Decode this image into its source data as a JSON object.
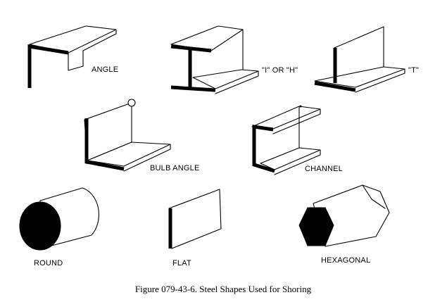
{
  "figure": {
    "shapes": [
      {
        "id": "angle",
        "label": "ANGLE"
      },
      {
        "id": "i-or-h",
        "label": "\"I\" OR \"H\""
      },
      {
        "id": "t",
        "label": "\"T\""
      },
      {
        "id": "bulb-angle",
        "label": "BULB ANGLE"
      },
      {
        "id": "channel",
        "label": "CHANNEL"
      },
      {
        "id": "round",
        "label": "ROUND"
      },
      {
        "id": "flat",
        "label": "FLAT"
      },
      {
        "id": "hexagonal",
        "label": "HEXAGONAL"
      }
    ],
    "caption": "Figure 079-43-6.  Steel Shapes Used for Shoring"
  }
}
